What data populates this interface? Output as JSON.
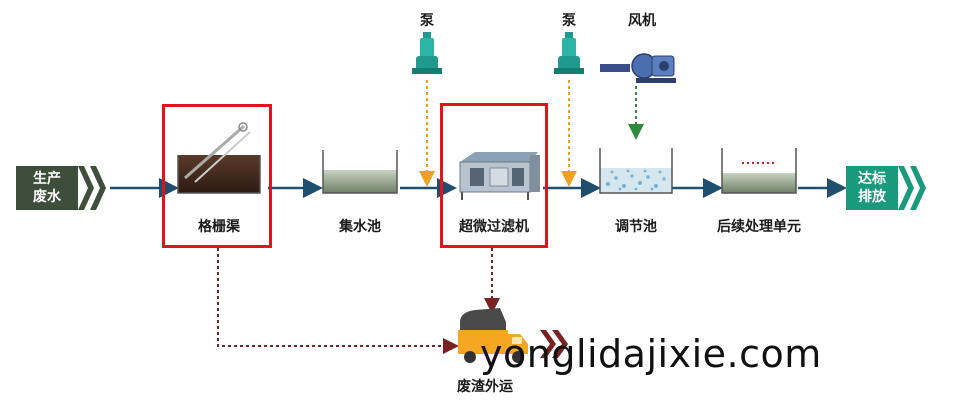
{
  "input": {
    "line1": "生产",
    "line2": "废水"
  },
  "output": {
    "line1": "达标",
    "line2": "排放"
  },
  "stages": {
    "screen": "格栅渠",
    "collection_tank": "集水池",
    "micro_filter": "超微过滤机",
    "regulating_tank": "调节池",
    "post_treatment": "后续处理单元"
  },
  "equipment": {
    "pump1": "泵",
    "pump2": "泵",
    "blower": "风机"
  },
  "sludge": {
    "label": "废渣外运"
  },
  "watermark": "yonglidajixie.com",
  "colors": {
    "main_flow": "#1f4e6e",
    "io_green": "#3e4e3a",
    "io_teal": "#1a9a7c",
    "pump": "#2bb5a6",
    "water_arrow": "#f0a020",
    "air_arrow": "#2e8b3a",
    "sludge_arrow": "#7a2222",
    "highlight": "#e0141a"
  }
}
